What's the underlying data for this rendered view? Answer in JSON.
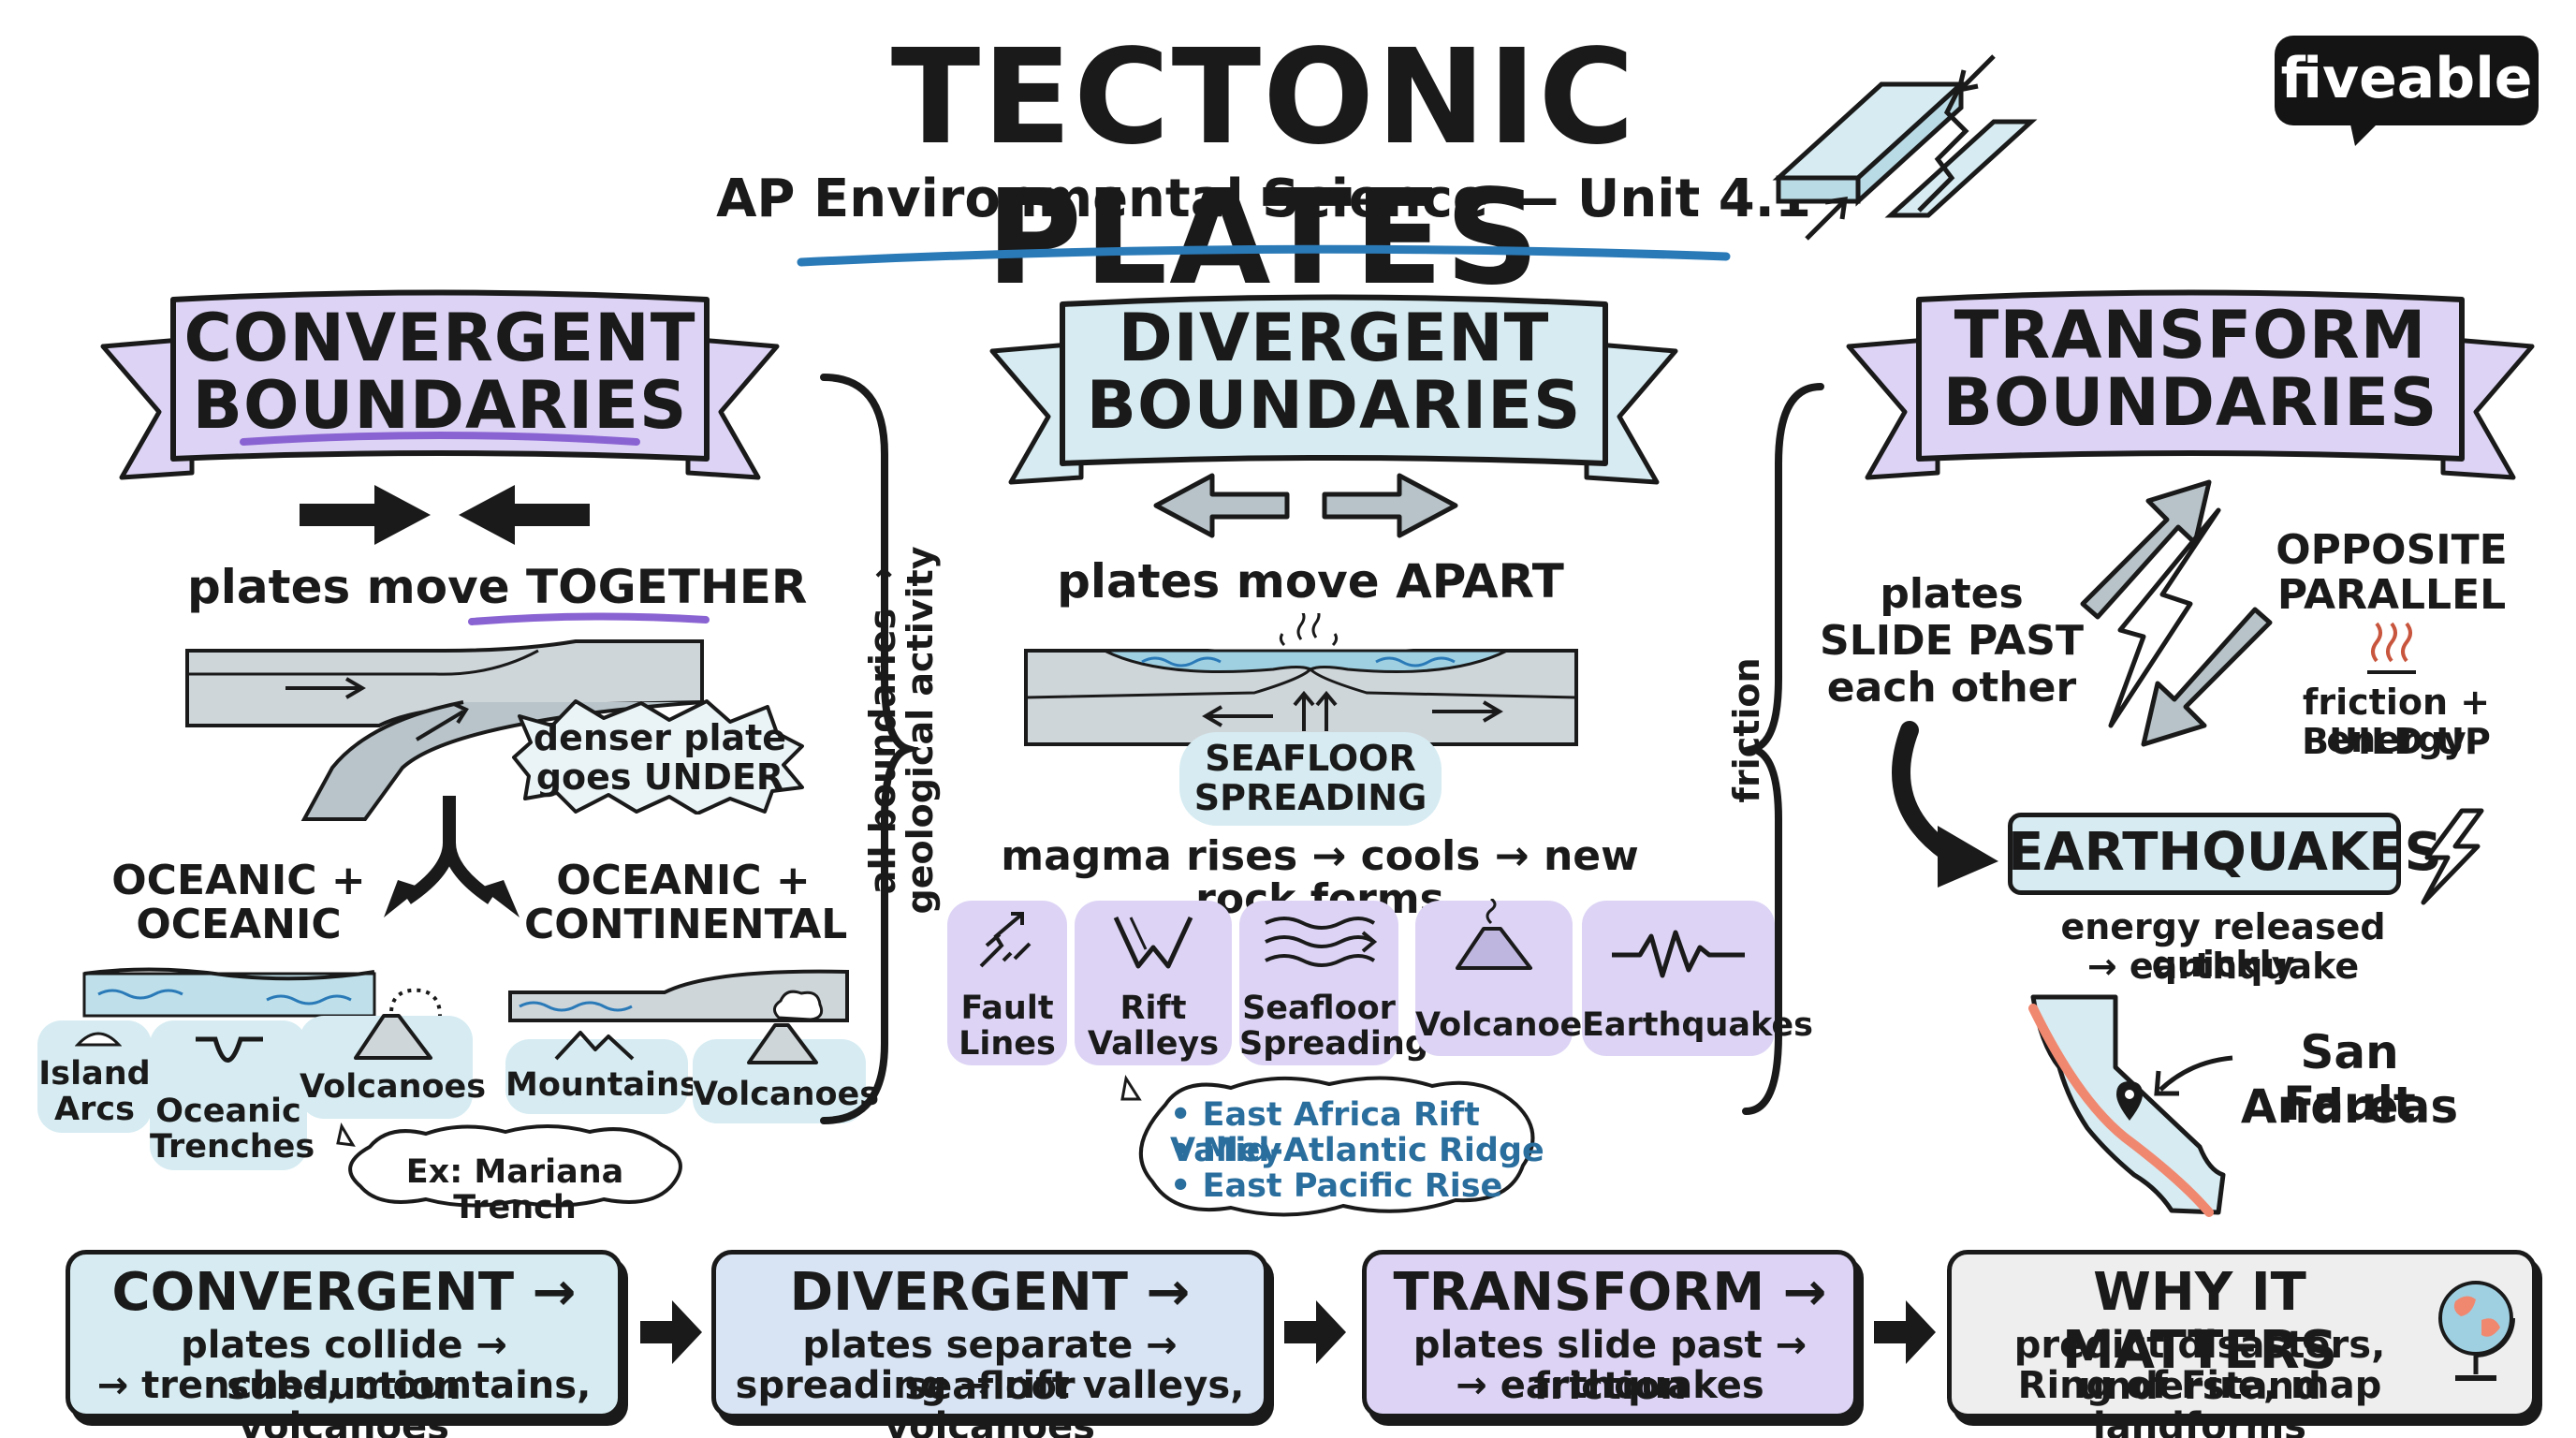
{
  "header": {
    "title": "TECTONIC PLATES",
    "subtitle": "AP Environmental Science — Unit 4.1",
    "logo": "fiveable"
  },
  "colors": {
    "purple": "#ddd4f5",
    "light_blue": "#d6ecf2",
    "accent_blue": "#2a7ab8",
    "accent_purple": "#8a63d2",
    "fault_red": "#f08870"
  },
  "side_notes": {
    "left": "all boundaries → geological activity",
    "right": "friction"
  },
  "convergent": {
    "banner_line1": "CONVERGENT",
    "banner_line2": "BOUNDARIES",
    "motion_prefix": "plates move ",
    "motion_emph": "TOGETHER",
    "burst_line1": "denser plate",
    "burst_line2": "goes UNDER",
    "type1_line1": "OCEANIC +",
    "type1_line2": "OCEANIC",
    "type2_line1": "OCEANIC +",
    "type2_line2": "CONTINENTAL",
    "features": [
      {
        "icon": "island-arc-icon",
        "line1": "Island",
        "line2": "Arcs"
      },
      {
        "icon": "trench-icon",
        "line1": "Oceanic",
        "line2": "Trenches"
      },
      {
        "icon": "volcano-icon",
        "line1": "Volcanoes",
        "line2": ""
      },
      {
        "icon": "mountain-icon",
        "line1": "Mountains",
        "line2": ""
      },
      {
        "icon": "volcano-icon",
        "line1": "Volcanoes",
        "line2": ""
      }
    ],
    "example": "Ex: Mariana Trench"
  },
  "divergent": {
    "banner_line1": "DIVERGENT",
    "banner_line2": "BOUNDARIES",
    "motion": "plates move APART",
    "spreading_line1": "SEAFLOOR",
    "spreading_line2": "SPREADING",
    "process": "magma rises → cools → new rock forms",
    "features": [
      {
        "icon": "fault-lines-icon",
        "line1": "Fault",
        "line2": "Lines"
      },
      {
        "icon": "rift-valley-icon",
        "line1": "Rift",
        "line2": "Valleys"
      },
      {
        "icon": "seafloor-spreading-icon",
        "line1": "Seafloor",
        "line2": "Spreading"
      },
      {
        "icon": "volcano-icon",
        "line1": "Volcanoes",
        "line2": ""
      },
      {
        "icon": "seismograph-icon",
        "line1": "Earthquakes",
        "line2": ""
      }
    ],
    "examples": [
      "• East Africa Rift Valley",
      "• Mid-Atlantic Ridge",
      "• East Pacific Rise"
    ]
  },
  "transform": {
    "banner_line1": "TRANSFORM",
    "banner_line2": "BOUNDARIES",
    "slide_line1": "plates",
    "slide_line2": "SLIDE PAST",
    "slide_line3": "each other",
    "opposite_line1": "OPPOSITE",
    "opposite_line2": "PARALLEL",
    "friction_line1": "friction + energy",
    "friction_line2": "BUILD UP",
    "earthquakes": "EARTHQUAKES",
    "released_line1": "energy released quickly",
    "released_line2": "→ earthquake",
    "fault_line1": "San Andreas",
    "fault_line2": "Fault"
  },
  "summary": [
    {
      "head": "CONVERGENT →",
      "line1": "plates collide → subduction",
      "line2": "→ trenches, mountains, volcanoes",
      "color": "#d6ecf2"
    },
    {
      "head": "DIVERGENT →",
      "line1": "plates separate → seafloor",
      "line2": "spreading → rift valleys, volcanoes",
      "color": "#d8e4f4"
    },
    {
      "head": "TRANSFORM →",
      "line1": "plates slide past → friction",
      "line2": "→ earthquakes",
      "color": "#ddd4f5"
    },
    {
      "head": "WHY IT MATTERS",
      "line1": "predict disasters, understand",
      "line2": "Ring of Fire, map landforms",
      "color": "#eeeeee"
    }
  ]
}
